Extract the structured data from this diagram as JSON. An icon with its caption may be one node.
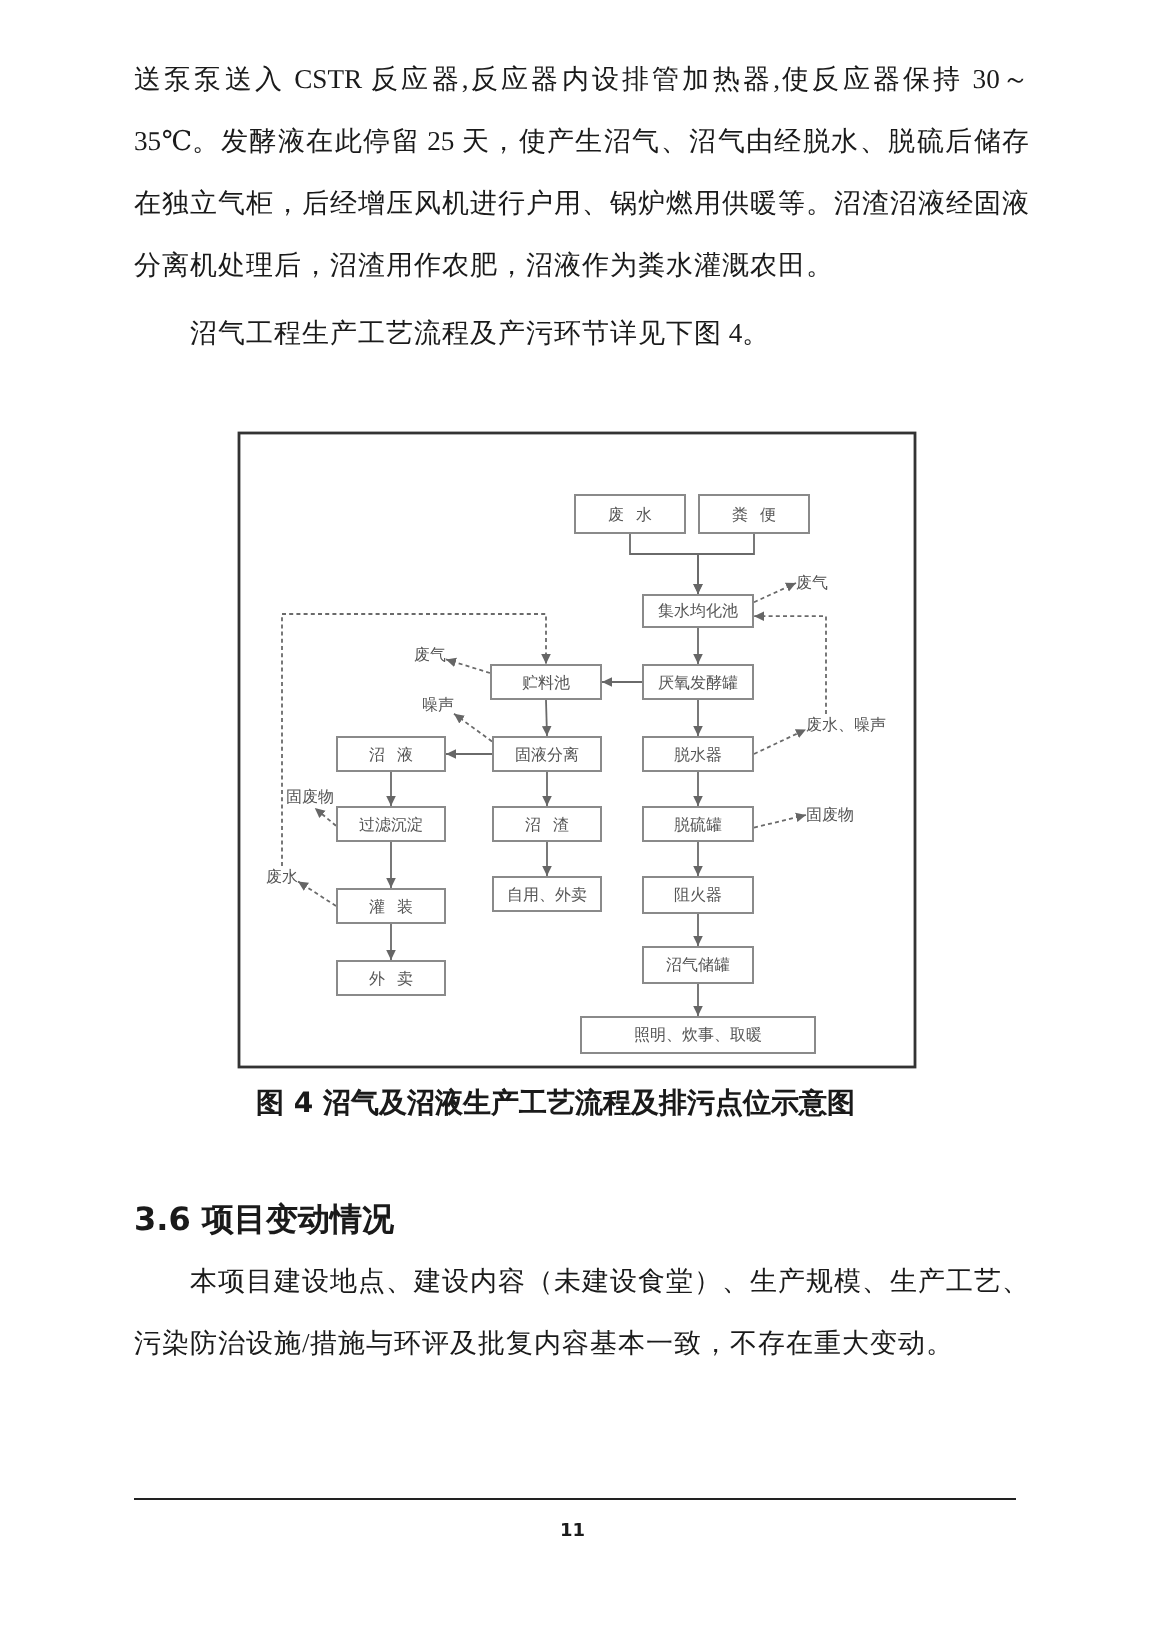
{
  "diagram": {
    "caption": "图 4 沼气及沼液生产工艺流程及排污点位示意图",
    "nodes": [
      {
        "text": [
          "废水"
        ]
      },
      {
        "text": [
          "粪便"
        ]
      },
      {
        "text": [
          "集水均化池"
        ]
      },
      {
        "text": [
          "废气"
        ]
      },
      {
        "text": [
          "废气"
        ]
      },
      {
        "text": [
          "贮料池"
        ]
      },
      {
        "text": [
          "厌氧发酵罐"
        ]
      },
      {
        "text": [
          "噪声"
        ]
      },
      {
        "text": [
          "沼液"
        ]
      },
      {
        "text": [
          "固液分离"
        ]
      },
      {
        "text": [
          "脱水器"
        ]
      },
      {
        "text": [
          "废水、噪声"
        ]
      },
      {
        "text": [
          "固废物"
        ]
      },
      {
        "text": [
          "过滤沉淀"
        ]
      },
      {
        "text": [
          "沼渣"
        ]
      },
      {
        "text": [
          "脱硫罐"
        ]
      },
      {
        "text": [
          "固废物"
        ]
      },
      {
        "text": [
          "废水"
        ]
      },
      {
        "text": [
          "灌装"
        ]
      },
      {
        "text": [
          "自用、外卖"
        ]
      },
      {
        "text": [
          "阻火器"
        ]
      },
      {
        "text": [
          "外卖"
        ]
      },
      {
        "text": [
          "沼气储罐"
        ]
      },
      {
        "text": [
          "照明、炊事、取暖"
        ]
      }
    ],
    "edges": [
      {
        "from": 0,
        "to": 2,
        "arrow": "to"
      },
      {
        "from": 1,
        "to": 2,
        "arrow": "to"
      },
      {
        "from": 2,
        "to": 3,
        "arrow": "to",
        "style": "dashed"
      },
      {
        "from": 2,
        "to": 6,
        "arrow": "to"
      },
      {
        "from": 11,
        "to": 2,
        "arrow": "to",
        "style": "dashed"
      },
      {
        "from": 6,
        "to": 5,
        "arrow": "to"
      },
      {
        "from": 5,
        "to": 4,
        "arrow": "to",
        "style": "dashed"
      },
      {
        "from": 17,
        "to": 5,
        "arrow": "to",
        "style": "dashed"
      },
      {
        "from": 5,
        "to": 9,
        "arrow": "to"
      },
      {
        "from": 6,
        "to": 10,
        "arrow": "to"
      },
      {
        "from": 9,
        "to": 7,
        "arrow": "to",
        "style": "dashed"
      },
      {
        "from": 9,
        "to": 8,
        "arrow": "to"
      },
      {
        "from": 10,
        "to": 11,
        "arrow": "to",
        "style": "dashed"
      },
      {
        "from": 9,
        "to": 14,
        "arrow": "to"
      },
      {
        "from": 8,
        "to": 13,
        "arrow": "to"
      },
      {
        "from": 13,
        "to": 12,
        "arrow": "to",
        "style": "dashed"
      },
      {
        "from": 10,
        "to": 15,
        "arrow": "to"
      },
      {
        "from": 15,
        "to": 16,
        "arrow": "to",
        "style": "dashed"
      },
      {
        "from": 13,
        "to": 18,
        "arrow": "to"
      },
      {
        "from": 14,
        "to": 19,
        "arrow": "to"
      },
      {
        "from": 18,
        "to": 17,
        "arrow": "to",
        "style": "dashed"
      },
      {
        "from": 15,
        "to": 20,
        "arrow": "to"
      },
      {
        "from": 18,
        "to": 21,
        "arrow": "to"
      },
      {
        "from": 20,
        "to": 22,
        "arrow": "to"
      },
      {
        "from": 22,
        "to": 23,
        "arrow": "to"
      }
    ],
    "labels": [
      "送泵泵送入 CSTR 反应器,反应器内设排管加热器,使反应器保持 30～35℃。发酵液在此停留 25 天，使产生沼气、沼气由经脱水、脱硫后储存在独立气柜，后经增压风机进行户用、锅炉燃用供暖等。沼渣沼液经固液分离机处理后，沼渣用作农肥，沼液作为粪水灌溉农田。",
      "沼气工程生产工艺流程及产污环节详见下图 4。",
      "3.6 项目变动情况",
      "本项目建设地点、建设内容（未建设食堂）、生产规模、生产工艺、污染防治设施/措施与环评及批复内容基本一致，不存在重大变动。",
      "11"
    ]
  }
}
